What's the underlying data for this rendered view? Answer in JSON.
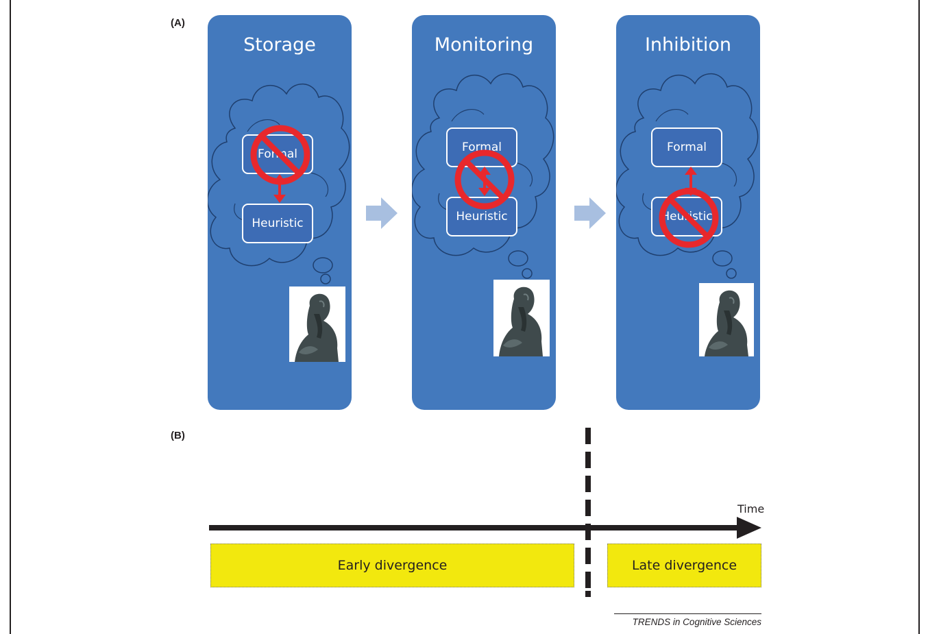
{
  "panel_a_label": "(A)",
  "panel_b_label": "(B)",
  "stages": [
    {
      "title": "Storage",
      "top_box": "Formal",
      "bottom_box": "Heuristic",
      "blocked": "formal"
    },
    {
      "title": "Monitoring",
      "top_box": "Formal",
      "bottom_box": "Heuristic",
      "blocked": "link"
    },
    {
      "title": "Inhibition",
      "top_box": "Formal",
      "bottom_box": "Heuristic",
      "blocked": "heuristic"
    }
  ],
  "timeline": {
    "axis_label": "Time",
    "early_label": "Early divergence",
    "late_label": "Late divergence"
  },
  "credit": "TRENDS in Cognitive Sciences",
  "colors": {
    "panel": "#4379bd",
    "box": "#3d6cb5",
    "block": "#e8282c",
    "arrow_light": "#a8bfe0",
    "yellow": "#f2e80e"
  }
}
